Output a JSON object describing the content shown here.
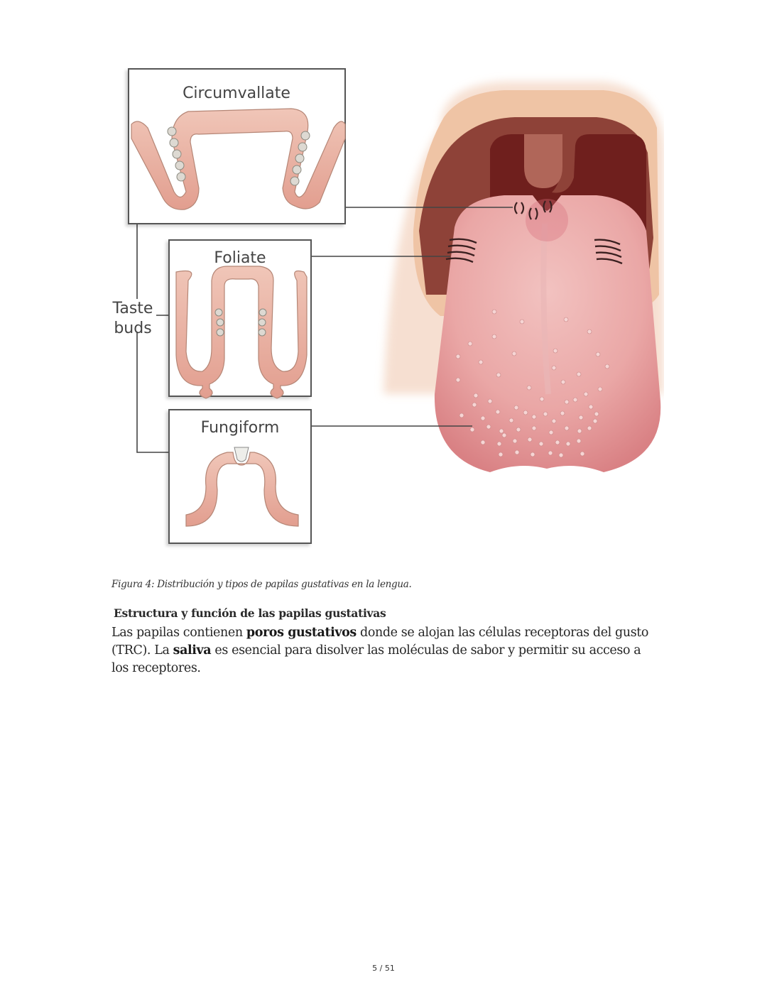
{
  "figure": {
    "labels": {
      "circumvallate": "Circumvallate",
      "foliate": "Foliate",
      "fungiform": "Fungiform",
      "taste_buds_line1": "Taste",
      "taste_buds_line2": "buds"
    },
    "colors": {
      "papilla_fill": "#e8b3a3",
      "papilla_stroke": "#b58676",
      "box_border": "#555555",
      "lip": "#f0c5a6",
      "mouth_outer": "#8c4036",
      "mouth_inner": "#6e1e1c",
      "uvula": "#b0665a",
      "tongue": "#eba7a5",
      "tongue_dark": "#dc8285"
    }
  },
  "caption": "Figura 4: Distribución y tipos de papilas gustativas en la lengua.",
  "section": {
    "heading": "Estructura y función de las papilas gustativas",
    "body": {
      "part1": "Las papilas contienen ",
      "bold1": "poros gustativos",
      "part2": " donde se alojan las células receptoras del gusto (TRC). La ",
      "bold2": "saliva",
      "part3": " es esencial para disolver las moléculas de sabor y permitir su acceso a los receptores."
    }
  },
  "footer": {
    "page_number": "5 / 51"
  }
}
